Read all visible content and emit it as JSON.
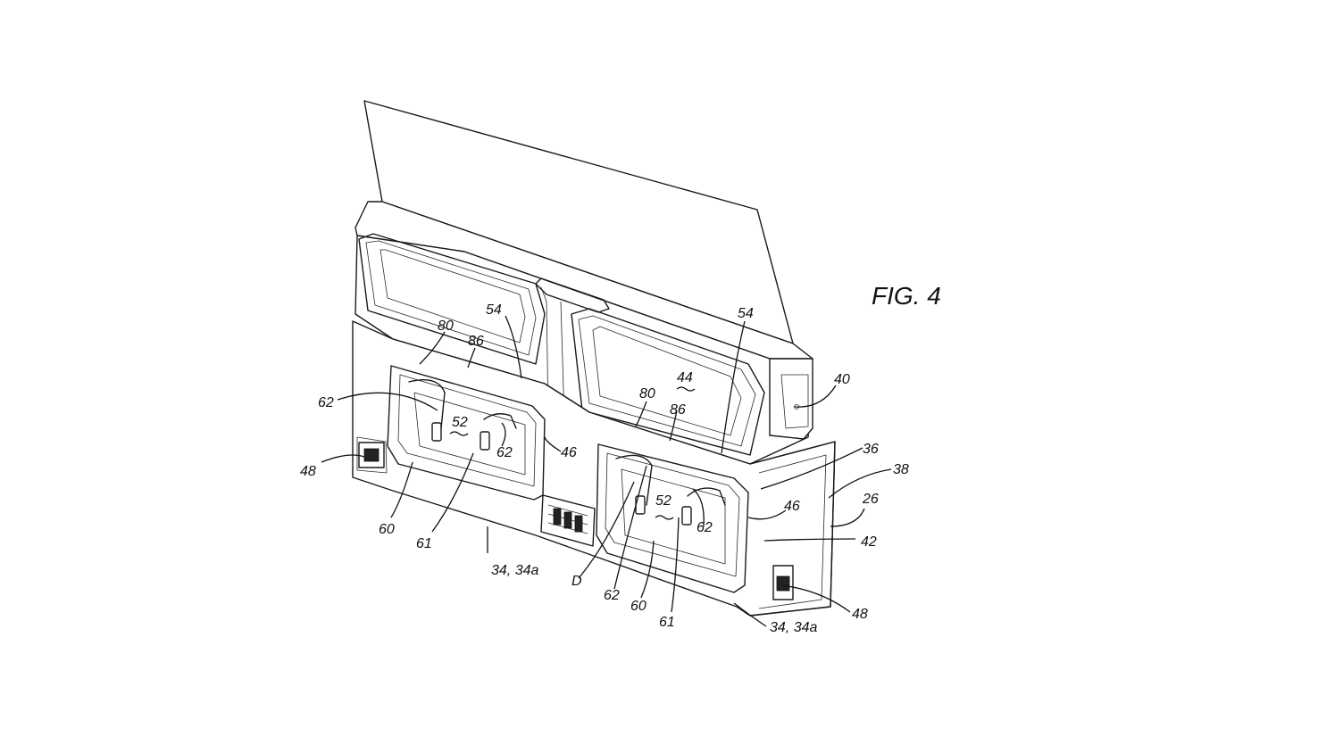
{
  "figure": {
    "title": "FIG. 4"
  },
  "labels": {
    "l80a": "80",
    "l54a": "54",
    "l86a": "86",
    "l62a": "62",
    "l52a": "52",
    "l62b": "62",
    "l46a": "46",
    "l48a": "48",
    "l60a": "60",
    "l61a": "61",
    "l3434a_a": "34, 34a",
    "l54b": "54",
    "l44": "44",
    "l80b": "80",
    "l86b": "86",
    "l40": "40",
    "l36": "36",
    "l38": "38",
    "l26": "26",
    "l46b": "46",
    "l42": "42",
    "l52b": "52",
    "l62c": "62",
    "lD": "D",
    "l62d": "62",
    "l60b": "60",
    "l61b": "61",
    "l48b": "48",
    "l3434a_b": "34, 34a"
  }
}
